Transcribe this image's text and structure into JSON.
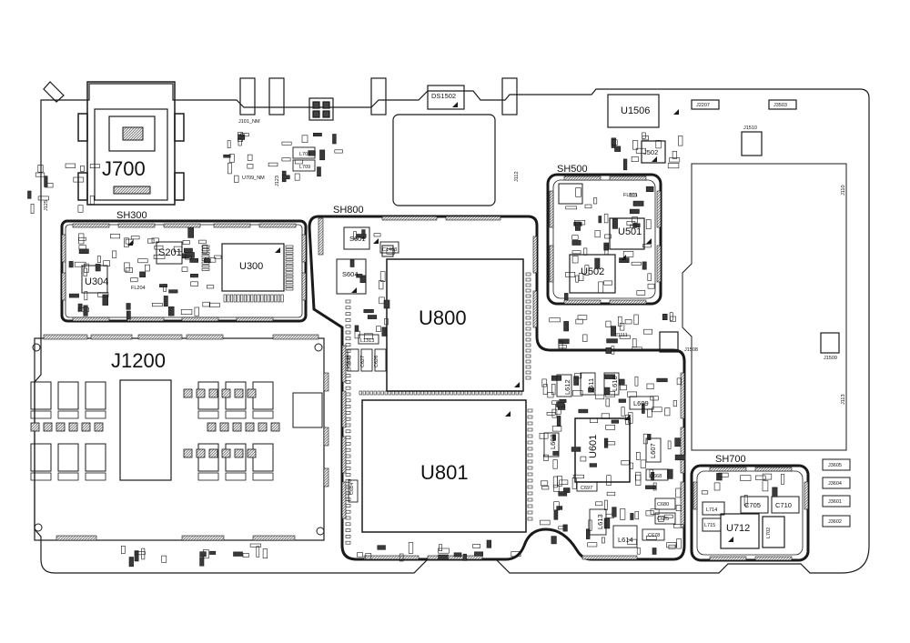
{
  "colors": {
    "ink": "#1a1a1a",
    "pad": "#3a3a3a",
    "shield_fill": "#d9d9d9",
    "pad_fill": "#cfcfcf",
    "background": "#ffffff"
  },
  "labels": {
    "j700": "J700",
    "j1200": "J1200",
    "u800": "U800",
    "u801": "U801",
    "u300": "U300",
    "u304": "U304",
    "u501": "U501",
    "u502": "U502",
    "u1506": "U1506",
    "u601": "U601",
    "u712": "U712",
    "s201": "S201",
    "s601": "S601",
    "s604": "S604",
    "sh300": "SH300",
    "sh500": "SH500",
    "sh700": "SH700",
    "sh800": "SH800",
    "ds1502": "DS1502",
    "j502": "J502",
    "j101_nm": "J101_NM",
    "u709_nm": "U709_NM",
    "c1463": "C1463",
    "l1313": "L1313",
    "l612": "L612",
    "l611": "L611",
    "l610": "L610",
    "l609": "L609",
    "l608": "L608",
    "l607": "L607",
    "l613": "L613",
    "l614": "L614",
    "c668": "C668",
    "c680": "C680",
    "c625": "C625",
    "c678": "C678",
    "c697": "C697",
    "c705": "C705",
    "c710": "C710",
    "l714": "L714",
    "l715": "L715",
    "l702": "L702",
    "j1111": "J1111",
    "j1510": "J1510",
    "j1509": "J1509",
    "j1508": "J1508",
    "j3605": "J3605",
    "j3604": "J3604",
    "j3601": "J3601",
    "j3602": "J3602",
    "j2207": "J2207",
    "j3503": "J3503",
    "j113": "J113",
    "j110": "J110",
    "j112": "J112",
    "j123": "J123",
    "j125": "J125",
    "l708": "L708",
    "l709": "L709",
    "c628": "C628",
    "c627": "C627",
    "c626": "C626",
    "c614": "C614",
    "fl204": "FL204",
    "fl501": "FL501"
  }
}
